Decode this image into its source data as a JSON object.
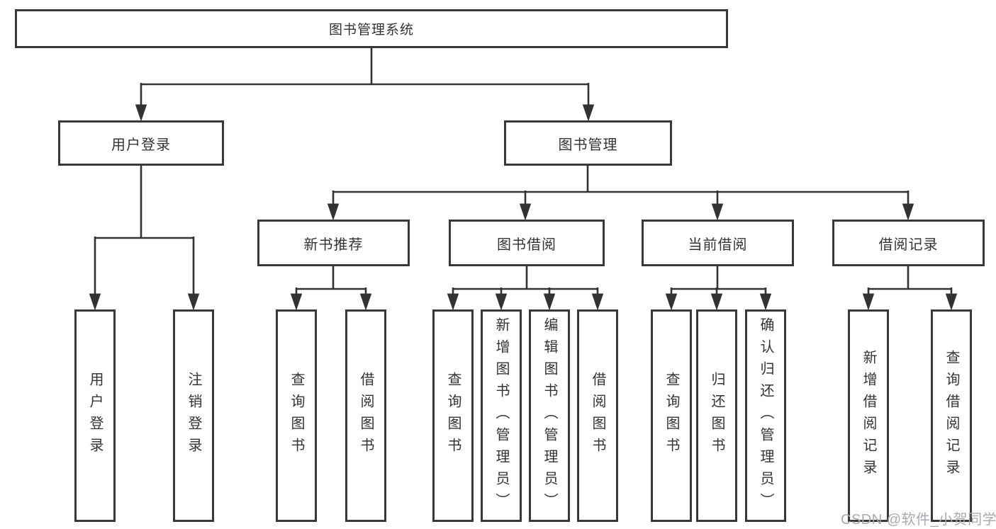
{
  "tree": {
    "root": {
      "label": "图书管理系统"
    },
    "children": [
      {
        "label": "用户登录",
        "children": [
          {
            "label": "用户登录"
          },
          {
            "label": "注销登录"
          }
        ]
      },
      {
        "label": "图书管理",
        "children": [
          {
            "label": "新书推荐",
            "children": [
              {
                "label": "查询图书"
              },
              {
                "label": "借阅图书"
              }
            ]
          },
          {
            "label": "图书借阅",
            "children": [
              {
                "label": "查询图书"
              },
              {
                "label": "新增图书（管理员）"
              },
              {
                "label": "编辑图书（管理员）"
              },
              {
                "label": "借阅图书"
              }
            ]
          },
          {
            "label": "当前借阅",
            "children": [
              {
                "label": "查询图书"
              },
              {
                "label": "归还图书"
              },
              {
                "label": "确认归还（管理员）"
              }
            ]
          },
          {
            "label": "借阅记录",
            "children": [
              {
                "label": "新增借阅记录"
              },
              {
                "label": "查询借阅记录"
              }
            ]
          }
        ]
      }
    ]
  },
  "watermark": {
    "text": "CSDN @软件_小贺同学"
  },
  "colors": {
    "bg": "#ffffff",
    "line": "#333333",
    "box_border": "#383838",
    "text": "#333333",
    "watermark": "#a6abb1"
  }
}
